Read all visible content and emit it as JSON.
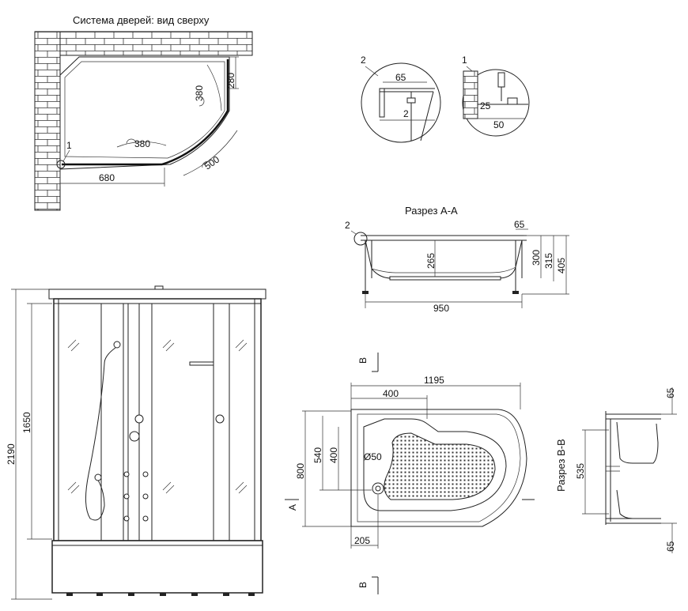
{
  "titles": {
    "top_view": "Система дверей: вид сверху",
    "section_aa": "Разрез А-А",
    "section_bb": "Разрез В-В"
  },
  "top_view": {
    "d380_a": "380",
    "d280": "280",
    "d380_b": "380",
    "d500": "500",
    "d680": "680",
    "callout": "1"
  },
  "detail_2": {
    "callout": "2",
    "d65": "65",
    "d2": "2"
  },
  "detail_1": {
    "callout": "1",
    "d25": "25",
    "d50": "50"
  },
  "section_aa": {
    "callout": "2",
    "d65": "65",
    "d265": "265",
    "d300": "300",
    "d315": "315",
    "d405": "405",
    "d950": "950"
  },
  "cabin_front": {
    "d2190": "2190",
    "d1650": "1650"
  },
  "tray_plan": {
    "d1195": "1195",
    "d400_top": "400",
    "d540": "540",
    "d400_left": "400",
    "d800": "800",
    "d_drain": "Ø50",
    "d205": "205",
    "mark_a": "А",
    "mark_b": "В"
  },
  "section_bb": {
    "d65_top": "65",
    "d535": "535",
    "d65_bottom": "65"
  },
  "colors": {
    "line": "#222222",
    "background": "#ffffff"
  }
}
